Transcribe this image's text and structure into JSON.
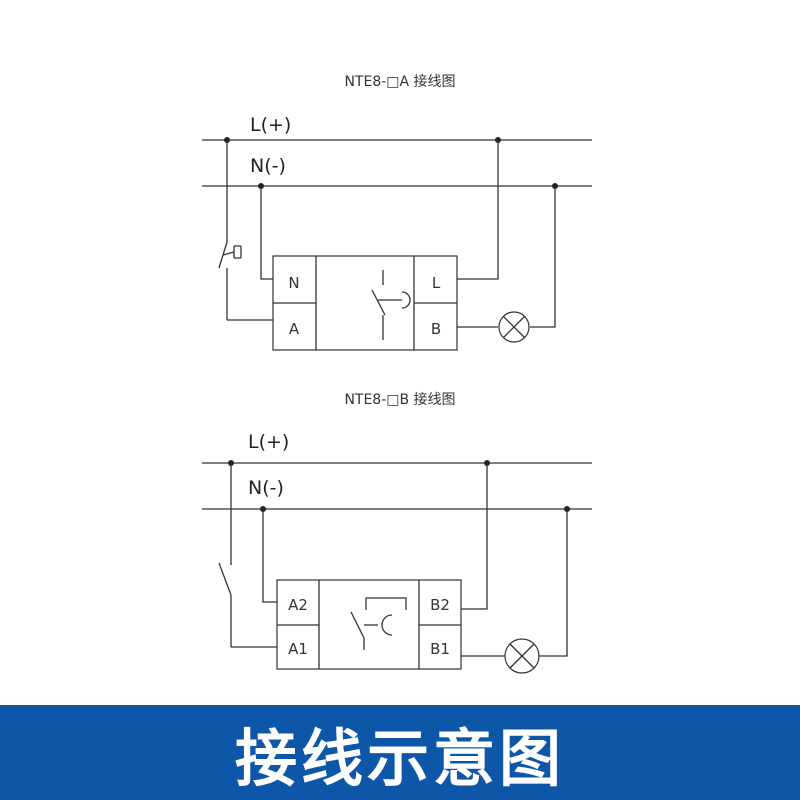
{
  "diagram_a": {
    "title": "NTE8-□A 接线图",
    "rail_live": "L(+)",
    "rail_neutral": "N(-)",
    "terminals": {
      "n": "N",
      "a": "A",
      "l": "L",
      "b": "B"
    }
  },
  "diagram_b": {
    "title": "NTE8-□B 接线图",
    "rail_live": "L(+)",
    "rail_neutral": "N(-)",
    "terminals": {
      "a2": "A2",
      "a1": "A1",
      "b2": "B2",
      "b1": "B1"
    }
  },
  "banner": {
    "text": "接线示意图",
    "color": "#0e57a8"
  }
}
